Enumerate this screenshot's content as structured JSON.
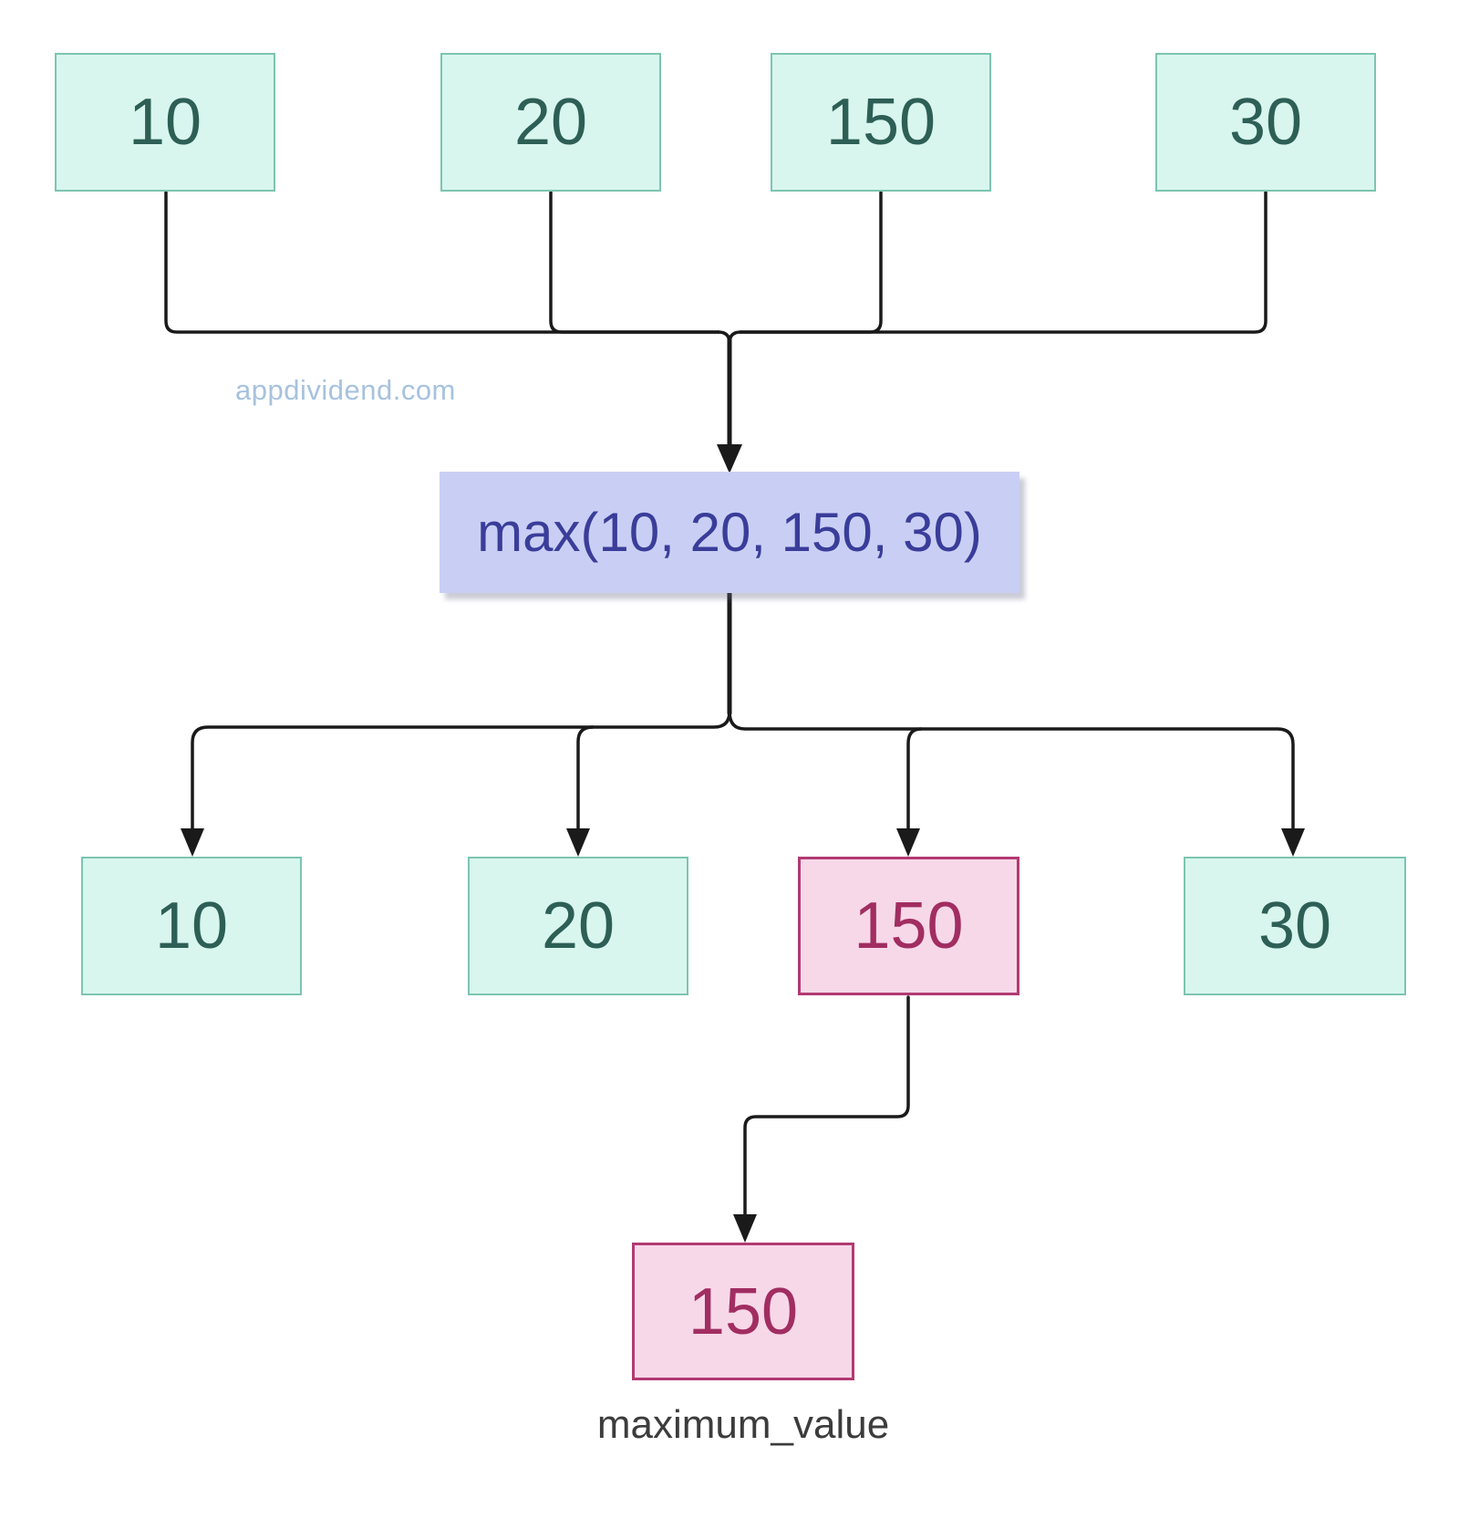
{
  "watermark": "appdividend.com",
  "top_row": [
    {
      "label": "10"
    },
    {
      "label": "20"
    },
    {
      "label": "150"
    },
    {
      "label": "30"
    }
  ],
  "function_box": {
    "label": "max(10, 20, 150, 30)"
  },
  "result_row": [
    {
      "label": "10",
      "highlighted": false
    },
    {
      "label": "20",
      "highlighted": false
    },
    {
      "label": "150",
      "highlighted": true
    },
    {
      "label": "30",
      "highlighted": false
    }
  ],
  "output_box": {
    "label": "150"
  },
  "output_caption": "maximum_value",
  "colors": {
    "background": "#ffffff",
    "mint_fill": "#d8f6ee",
    "mint_border": "#7cc5ae",
    "mint_text": "#2d5f56",
    "purple_fill": "#c9cff4",
    "purple_text": "#3a3d99",
    "pink_fill": "#f7d8e9",
    "pink_border": "#b23a72",
    "pink_text": "#a12d61",
    "connector_line": "#1a1a1a",
    "watermark_text": "#a7c2de",
    "caption_text": "#3c3c3c"
  }
}
